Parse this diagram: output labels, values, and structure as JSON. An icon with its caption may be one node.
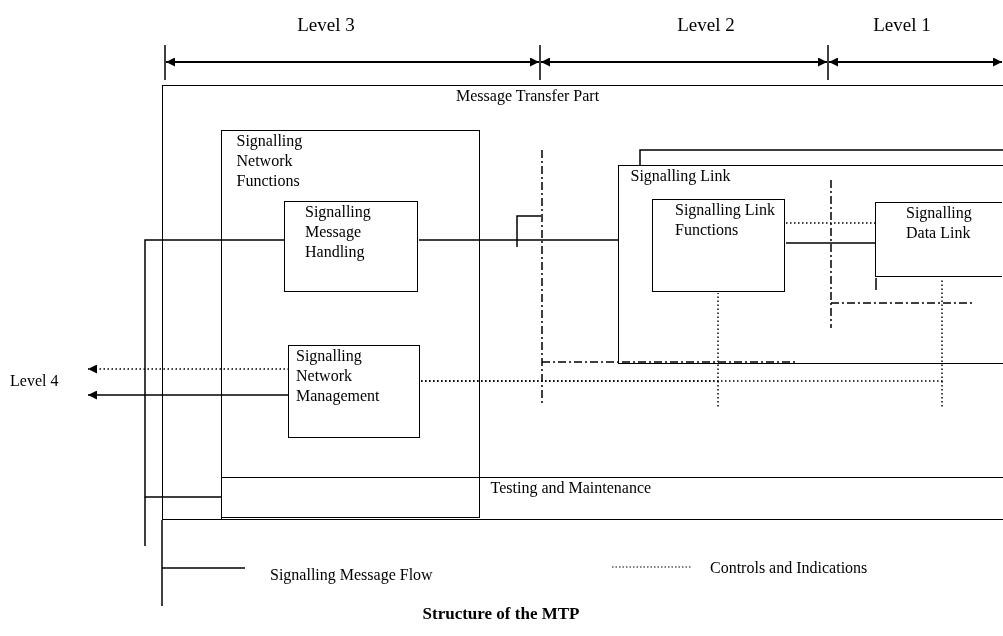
{
  "diagram": {
    "caption": "Structure of the MTP",
    "nodes": [
      {
        "text": [
          "Message Transfer Part"
        ]
      },
      {
        "text": [
          "Signalling Network Functions"
        ],
        "in": 0
      },
      {
        "text": [
          "Signalling Message Handling"
        ],
        "in": 1
      },
      {
        "text": [
          "Signalling Network Management"
        ],
        "in": 1
      },
      {
        "text": [
          "Signalling Link"
        ],
        "in": 0
      },
      {
        "text": [
          "Signalling Link Functions"
        ],
        "in": 4
      },
      {
        "text": [
          "Signalling Data Link"
        ],
        "in": 4
      },
      {
        "text": [
          "Testing and Maintenance"
        ],
        "in": 0
      },
      {
        "text": [
          "Level 4"
        ]
      }
    ],
    "edges": [
      {
        "from": 2,
        "to": 4,
        "arrow": "none"
      },
      {
        "from": 5,
        "to": 6,
        "arrow": "none"
      },
      {
        "from": 5,
        "to": 6,
        "arrow": "none",
        "style": "dashed"
      },
      {
        "from": 3,
        "to": 8,
        "arrow": "to",
        "style": "dashed"
      },
      {
        "from": 3,
        "to": 8,
        "arrow": "to"
      },
      {
        "from": 2,
        "to": 7,
        "arrow": "none"
      },
      {
        "from": 3,
        "to": 5,
        "arrow": "none",
        "style": "dashed"
      },
      {
        "from": 3,
        "to": 6,
        "arrow": "none",
        "style": "dashed"
      }
    ],
    "labels": [
      "Level 3",
      "Level 2",
      "Level 1"
    ],
    "legend": [
      {
        "text": "Signalling Message Flow"
      },
      {
        "text": "Controls and Indications"
      }
    ]
  }
}
